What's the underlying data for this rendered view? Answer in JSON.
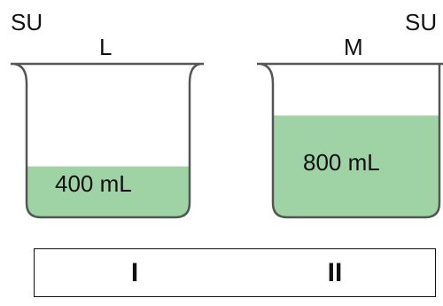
{
  "corner_labels": {
    "left": "SU",
    "right": "SU"
  },
  "beakers": [
    {
      "label": "L",
      "volume": "400 mL",
      "fill_fraction": 0.38
    },
    {
      "label": "M",
      "volume": "800 mL",
      "fill_fraction": 0.76
    }
  ],
  "table": {
    "cells": [
      "I",
      "II"
    ]
  },
  "colors": {
    "liquid": "#9fd2a5",
    "outline": "#555555",
    "text": "#111111"
  }
}
